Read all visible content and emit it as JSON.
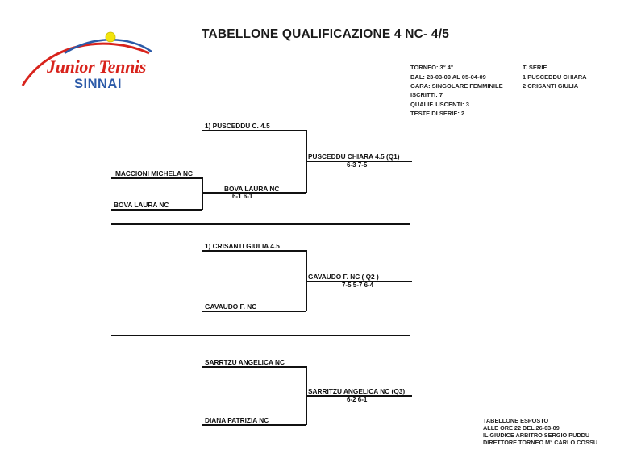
{
  "title": "TABELLONE QUALIFICAZIONE 4 NC- 4/5",
  "logo": {
    "line1": "Junior Tennis",
    "line2": "SINNAI",
    "red": "#d8231c",
    "blue": "#2b5aa8",
    "ball": "#f2e40c"
  },
  "info": {
    "torneo": "TORNEO: 3° 4°",
    "dal": "DAL: 23-03-09  AL 05-04-09",
    "gara": "GARA: SINGOLARE FEMMINILE",
    "iscritti": "ISCRITTI: 7",
    "qualif": "QUALIF. USCENTI: 3",
    "teste": "TESTE DI SERIE: 2"
  },
  "seeds": {
    "header": "T. SERIE",
    "items": [
      "1 PUSCEDDU CHIARA",
      "2 CRISANTI GIULIA"
    ]
  },
  "section1": {
    "p1": "1) PUSCEDDU C. 4.5",
    "p2": "MACCIONI MICHELA NC",
    "p3": "BOVA LAURA NC",
    "w23": "BOVA LAURA NC",
    "w23score": "6-1 6-1",
    "final": "PUSCEDDU CHIARA 4.5 (Q1)",
    "finalscore": "6-3 7-5"
  },
  "section2": {
    "p1": "1) CRISANTI GIULIA 4.5",
    "p2": "GAVAUDO F. NC",
    "final": "GAVAUDO F. NC  ( Q2 )",
    "finalscore": "7-5 5-7 6-4"
  },
  "section3": {
    "p1": "SARRTZU ANGELICA NC",
    "p2": "DIANA PATRIZIA NC",
    "final": "SARRITZU ANGELICA NC (Q3)",
    "finalscore": "6-2 6-1"
  },
  "footer": {
    "l1": "TABELLONE ESPOSTO",
    "l2": "ALLE ORE 22 DEL 26-03-09",
    "l3": "IL GIUDICE ARBITRO SERGIO PUDDU",
    "l4": "DIRETTORE TORNEO M° CARLO COSSU"
  }
}
